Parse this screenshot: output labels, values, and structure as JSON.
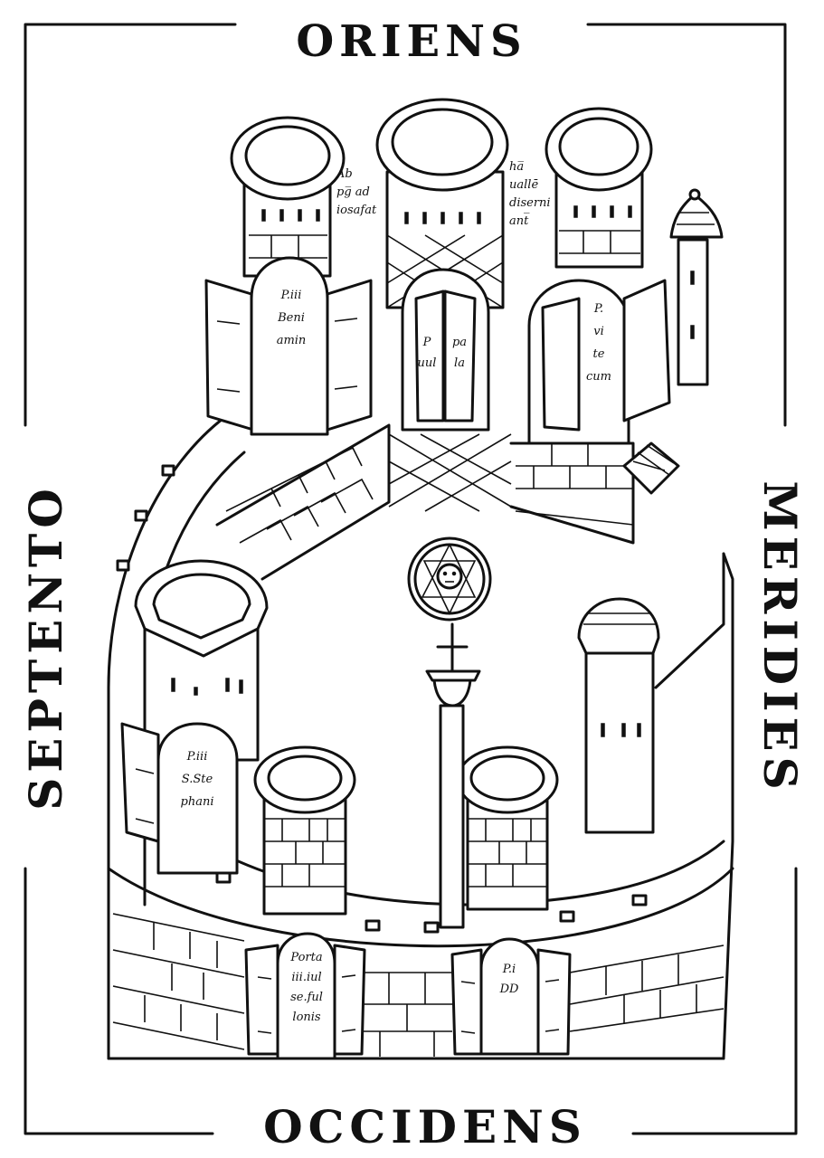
{
  "directions": {
    "east": "ORIENS",
    "west": "OCCIDENS",
    "north": "SEPTENTO",
    "south": "MERIDIES"
  },
  "annotations": {
    "left_tower": [
      "Ab",
      "pg̅ ad",
      "iosafat"
    ],
    "right_tower": [
      "ha̅",
      "uallē",
      "diserni",
      "ant̅"
    ]
  },
  "gates": {
    "benjamin": [
      "P.iii",
      "Beni",
      "amin"
    ],
    "paul": [
      "P",
      "uul",
      "pa",
      "la"
    ],
    "vitecum": [
      "P.",
      "vi",
      "te",
      "cum"
    ],
    "stephen": [
      "P.iii",
      "S.Ste",
      "phani"
    ],
    "fullonis": [
      "Porta",
      "iii.iul",
      "se.ful",
      "lonis"
    ],
    "david": [
      "P.i",
      "DD"
    ]
  },
  "colors": {
    "ink": "#111111",
    "paper": "#ffffff"
  },
  "icons": {
    "center": "christ-medallion-icon"
  }
}
